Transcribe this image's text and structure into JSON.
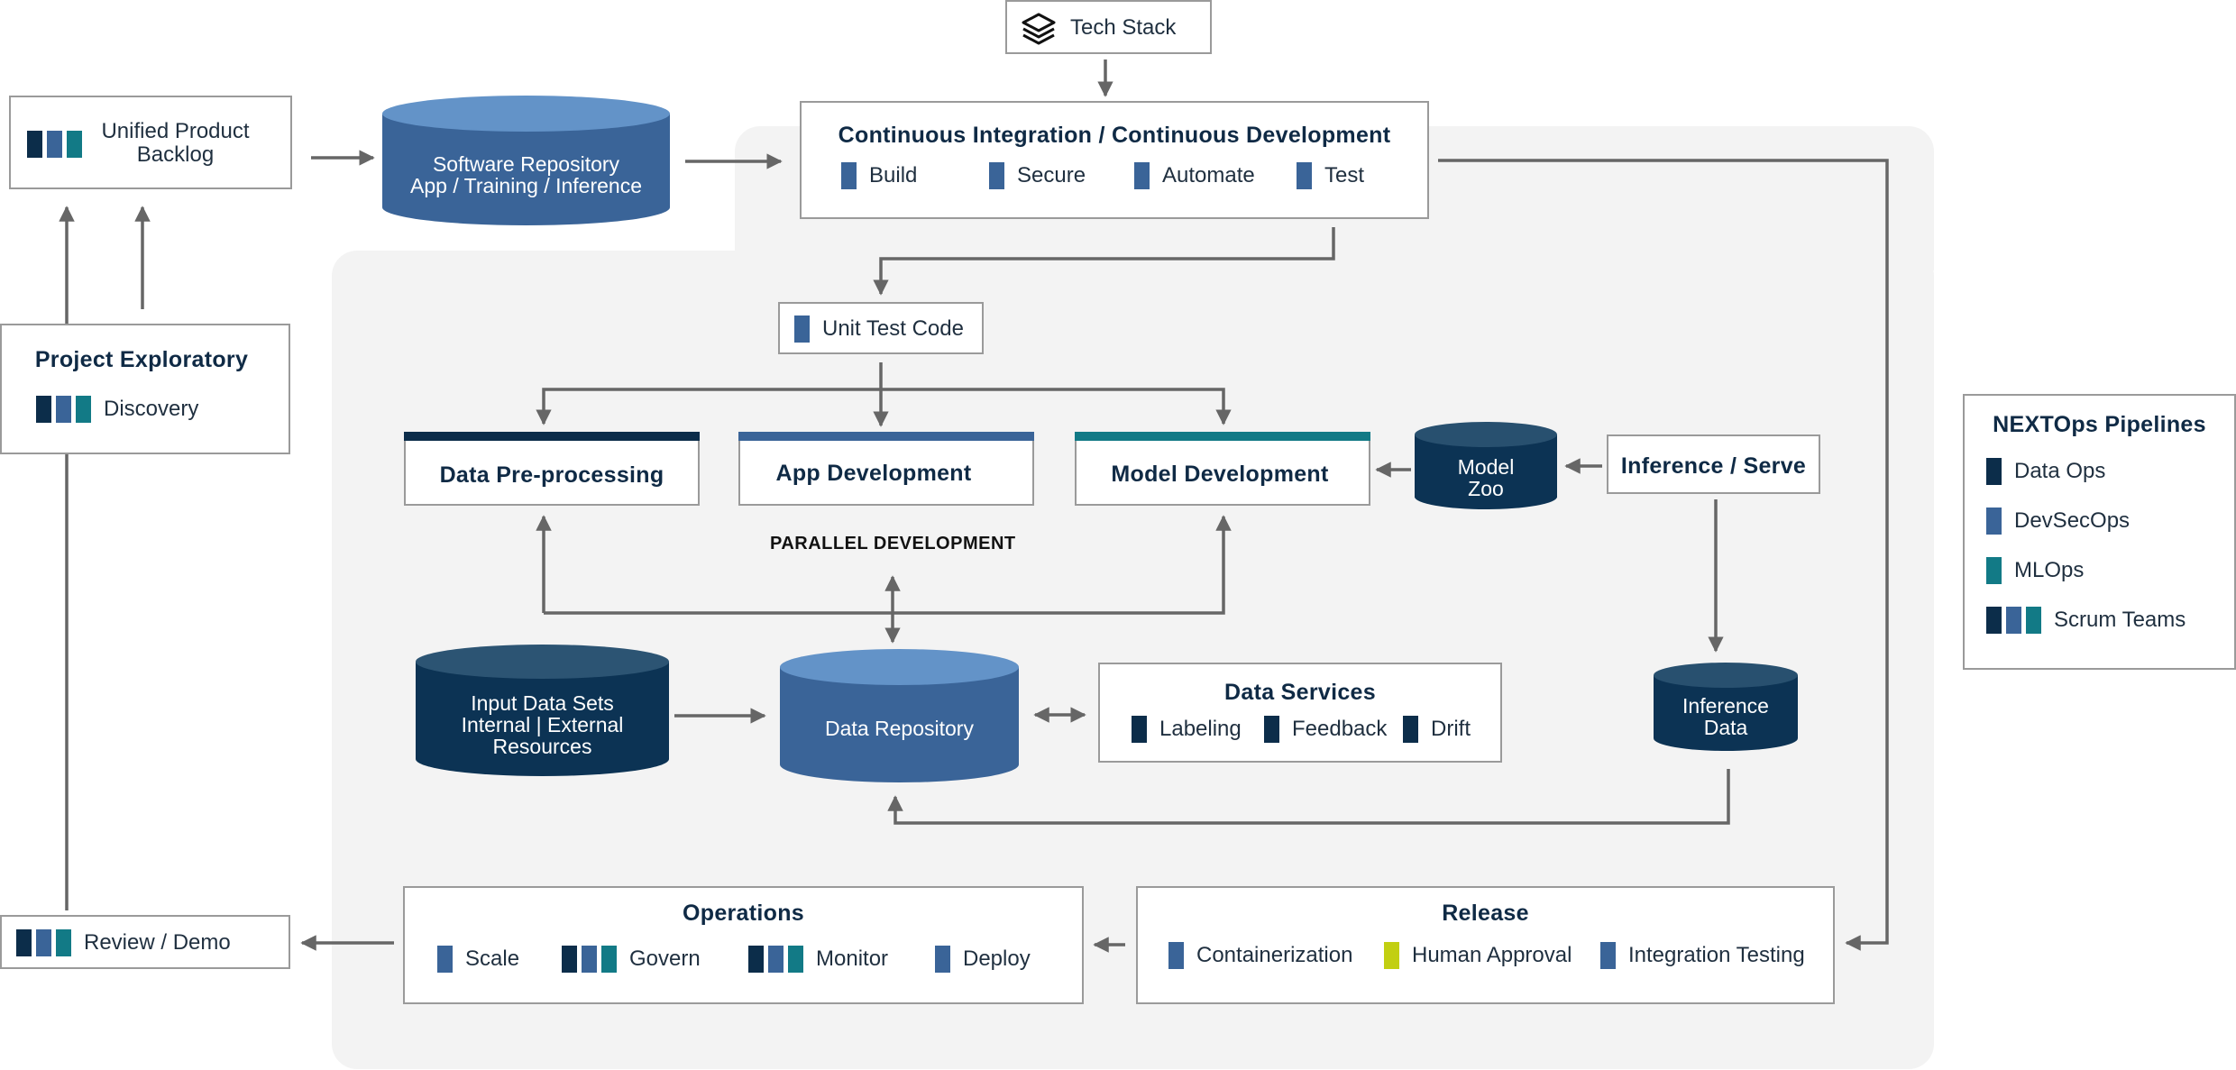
{
  "tech_stack": {
    "label": "Tech Stack",
    "icon": "layers-icon"
  },
  "backlog": {
    "line1": "Unified Product",
    "line2": "Backlog"
  },
  "software_repo": {
    "line1": "Software Repository",
    "line2": "App / Training / Inference"
  },
  "cicd": {
    "title": "Continuous Integration / Continuous Development",
    "items": [
      "Build",
      "Secure",
      "Automate",
      "Test"
    ]
  },
  "unit_test": {
    "label": "Unit Test Code"
  },
  "project_exploratory": {
    "title": "Project Exploratory",
    "item": "Discovery"
  },
  "data_preprocessing": {
    "title": "Data Pre-processing"
  },
  "app_development": {
    "title": "App Development"
  },
  "model_development": {
    "title": "Model Development"
  },
  "model_zoo": {
    "line1": "Model",
    "line2": "Zoo"
  },
  "inference_serve": {
    "title": "Inference / Serve"
  },
  "parallel_label": "PARALLEL DEVELOPMENT",
  "input_data": {
    "line1": "Input Data Sets",
    "line2": "Internal | External",
    "line3": "Resources"
  },
  "data_repository": {
    "label": "Data Repository"
  },
  "data_services": {
    "title": "Data Services",
    "items": [
      "Labeling",
      "Feedback",
      "Drift"
    ]
  },
  "inference_data": {
    "line1": "Inference",
    "line2": "Data"
  },
  "review_demo": {
    "label": "Review / Demo"
  },
  "operations": {
    "title": "Operations",
    "items": [
      "Scale",
      "Govern",
      "Monitor",
      "Deploy"
    ]
  },
  "release": {
    "title": "Release",
    "items": [
      "Containerization",
      "Human Approval",
      "Integration Testing"
    ]
  },
  "legend": {
    "title": "NEXTOps Pipelines",
    "items": [
      "Data Ops",
      "DevSecOps",
      "MLOps",
      "Scrum Teams"
    ]
  },
  "colors": {
    "navy": "#0c2d4a",
    "blue": "#3a6498",
    "teal": "#127a86",
    "lime": "#c2cf12",
    "panel": "#f3f3f3",
    "arrow": "#666666"
  }
}
